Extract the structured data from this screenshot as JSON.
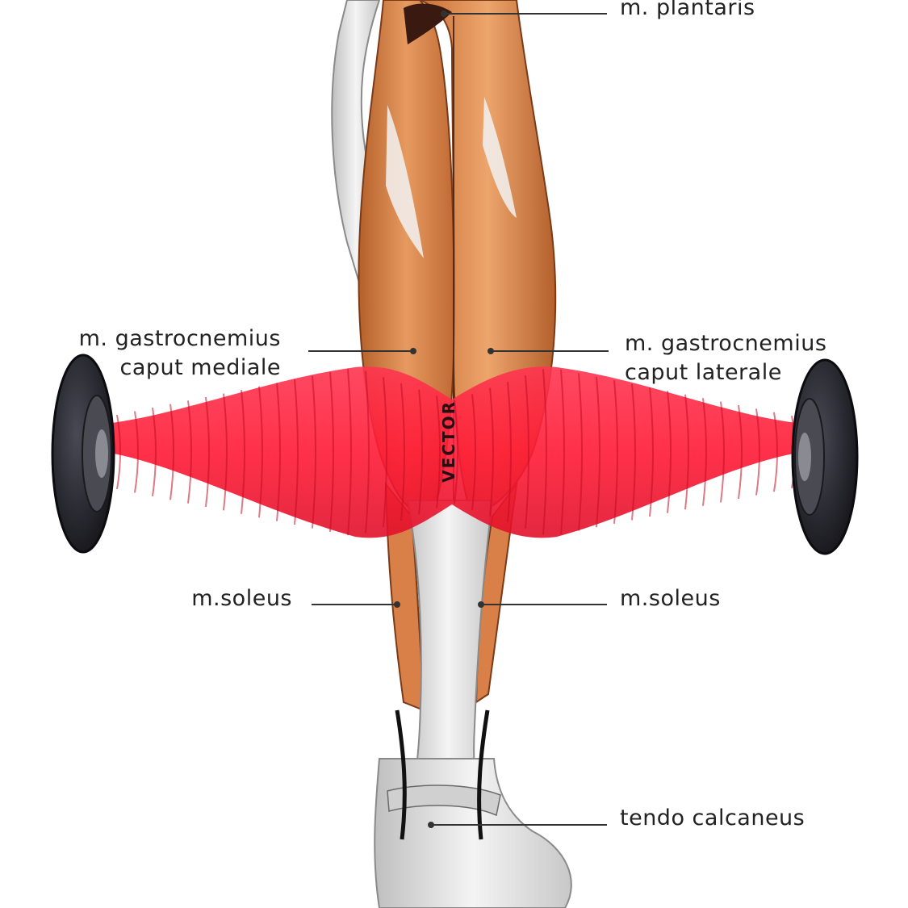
{
  "labels": {
    "plantaris": "m. plantaris",
    "gastrocnemius_medial_line1": "m. gastrocnemius",
    "gastrocnemius_medial_line2": "caput mediale",
    "gastrocnemius_lateral_line1": "m. gastrocnemius",
    "gastrocnemius_lateral_line2": "caput laterale",
    "soleus_left": "m.soleus",
    "soleus_right": "m.soleus",
    "tendo": "tendo calcaneus"
  },
  "roller": {
    "brand": "VECTOR"
  },
  "colors": {
    "roller_red": "#ff1f3a",
    "wheel_dark": "#2a2a32",
    "muscle_orange": "#d98048",
    "tendon_white": "#e8e8e8",
    "leader_line": "#333333"
  }
}
